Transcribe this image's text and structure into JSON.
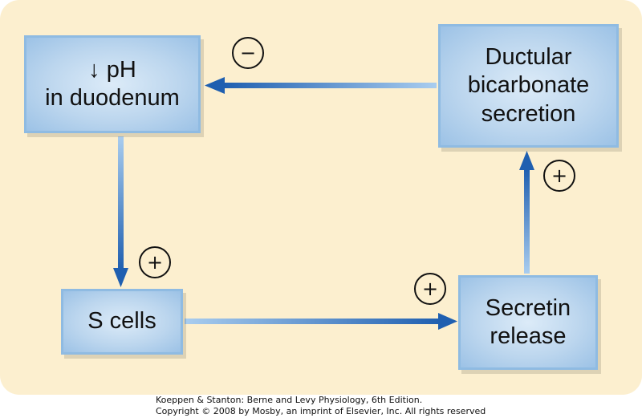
{
  "nodes": {
    "ph": "↓ pH\nin duodenum",
    "ductular": "Ductular\nbicarbonate\nsecretion",
    "s_cells": "S cells",
    "secretin": "Secretin\nrelease"
  },
  "signs": {
    "feedback": "−",
    "ph_to_scells": "+",
    "scells_to_secretin": "+",
    "secretin_to_ductular": "+"
  },
  "credit": {
    "line1": "Koeppen & Stanton: Berne and Levy Physiology, 6th Edition.",
    "line2": "Copyright © 2008 by Mosby, an imprint of Elsevier, Inc. All rights reserved"
  },
  "colors": {
    "background": "#fcefcf",
    "box_fill": "#bcd6ee",
    "arrow_start": "#a9cdef",
    "arrow_end": "#1f5fb0"
  }
}
